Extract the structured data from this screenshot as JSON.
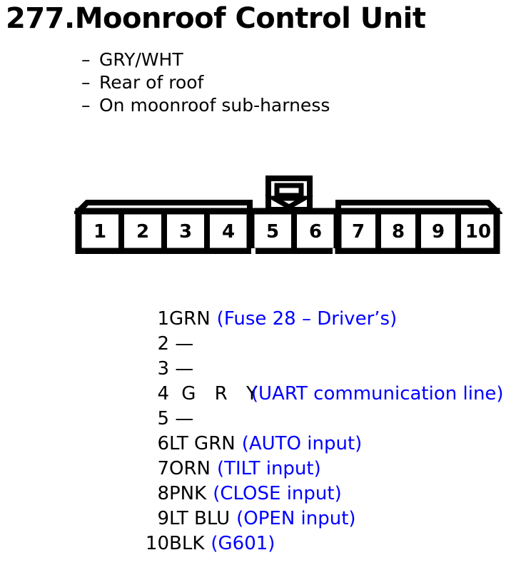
{
  "title": "277.Moonroof Control Unit",
  "bullets": [
    {
      "dash": "–",
      "text": "GRY/WHT"
    },
    {
      "dash": "–",
      "text": "Rear of roof"
    },
    {
      "dash": "–",
      "text": "On moonroof sub-harness"
    }
  ],
  "connector": {
    "pins": [
      "1",
      "2",
      "3",
      "4",
      "5",
      "6",
      "7",
      "8",
      "9",
      "10"
    ],
    "latch_icon": "connector-latch-icon",
    "outline_color": "#000000",
    "fill_color": "#ffffff"
  },
  "pin_list": [
    {
      "num": "1",
      "color": "GRN",
      "note": "(Fuse 28 – Driver’s)"
    },
    {
      "num": "2",
      "color": " —",
      "note": ""
    },
    {
      "num": "3",
      "color": " —",
      "note": ""
    },
    {
      "num": "4",
      "color": " G R Y",
      "note": "(UART communication line)"
    },
    {
      "num": "5",
      "color": " —",
      "note": ""
    },
    {
      "num": "6",
      "color": "LT GRN",
      "note": "(AUTO input)"
    },
    {
      "num": "7",
      "color": "ORN",
      "note": "(TILT input)"
    },
    {
      "num": "8",
      "color": "PNK",
      "note": "(CLOSE input)"
    },
    {
      "num": "9",
      "color": "LT BLU",
      "note": "(OPEN input)"
    },
    {
      "num": "10",
      "color": "BLK",
      "note": "(G601)"
    }
  ],
  "colors": {
    "text": "#000000",
    "annotation": "#0000ff",
    "background": "#ffffff"
  }
}
